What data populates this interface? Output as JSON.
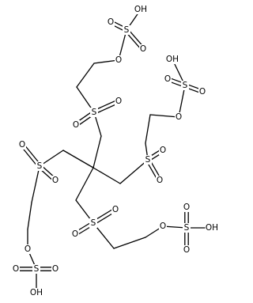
{
  "diagram": {
    "type": "chemical-structure",
    "colors": {
      "ink": "#000000",
      "background": "#ffffff"
    },
    "labels": {
      "O": "O",
      "S": "S",
      "OH": "OH"
    }
  }
}
